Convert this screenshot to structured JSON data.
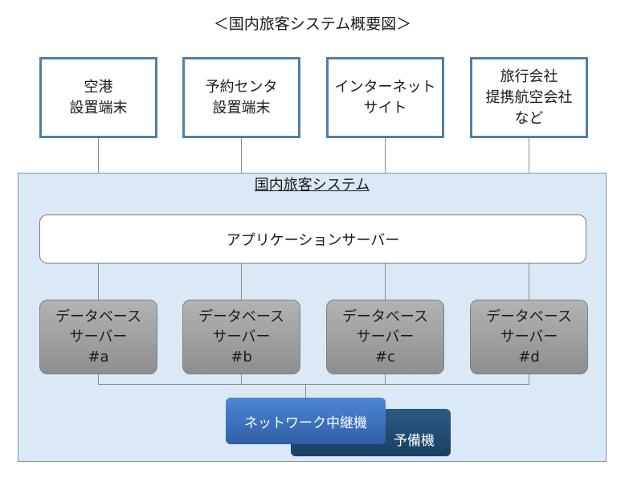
{
  "title": "＜国内旅客システム概要図＞",
  "terminals": [
    {
      "label": "空港\n設置端末"
    },
    {
      "label": "予約センタ\n設置端末"
    },
    {
      "label": "インターネット\nサイト"
    },
    {
      "label": "旅行会社\n提携航空会社\nなど"
    }
  ],
  "system": {
    "title": "国内旅客システム",
    "app_server": "アプリケーションサーバー",
    "db_servers": [
      {
        "label": "データベース\nサーバー\n#a"
      },
      {
        "label": "データベース\nサーバー\n#b"
      },
      {
        "label": "データベース\nサーバー\n#c"
      },
      {
        "label": "データベース\nサーバー\n#d"
      }
    ],
    "network_relay": "ネットワーク中継機",
    "standby": "予備機"
  },
  "colors": {
    "terminal_border": "#4f7fa7",
    "system_background": "#dbe8f5",
    "db_server_fill": "#9e9e9e",
    "relay_fill": "#3f74c0",
    "standby_fill": "#1f4a73"
  }
}
